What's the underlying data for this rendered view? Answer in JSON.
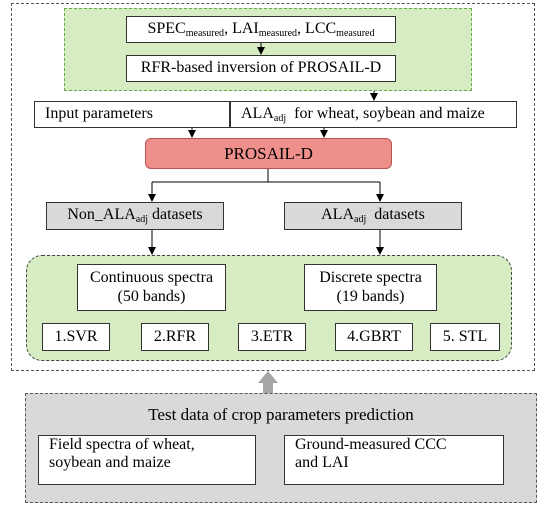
{
  "diagram": {
    "spec_label": {
      "main": "SPEC",
      "sub": "measured"
    },
    "lai_label": {
      "main": "LAI",
      "sub": "measured"
    },
    "lcc_label": {
      "main": "LCC",
      "sub": "measured"
    },
    "separator": ",",
    "rfr_inversion": "RFR-based inversion of PROSAIL-D",
    "input_parameters": "Input parameters",
    "ala_adj_crops": {
      "main": "ALA",
      "sub": "adj",
      "rest": "for wheat, soybean and maize"
    },
    "prosail": "PROSAIL-D",
    "non_ala_datasets": {
      "main": "Non_ALA",
      "sub": "adj",
      "rest": "datasets"
    },
    "ala_datasets": {
      "main": "ALA",
      "sub": "adj",
      "rest": "datasets"
    },
    "continuous_spectra": {
      "line1": "Continuous spectra",
      "line2": "(50 bands)"
    },
    "discrete_spectra": {
      "line1": "Discrete spectra",
      "line2": "(19 bands)"
    },
    "models": [
      "1.SVR",
      "2.RFR",
      "3.ETR",
      "4.GBRT",
      "5. STL"
    ],
    "test_data_title": "Test data of crop parameters prediction",
    "field_spectra": {
      "line1": "Field spectra of wheat,",
      "line2": "soybean and maize"
    },
    "ground_measured": {
      "line1": "Ground-measured CCC",
      "line2": "and LAI"
    }
  },
  "colors": {
    "green_fill": "#d8ecc4",
    "red_fill": "#ee8f8b",
    "gray_fill": "#d9d9d9",
    "arrow": "#a6a6a6"
  }
}
